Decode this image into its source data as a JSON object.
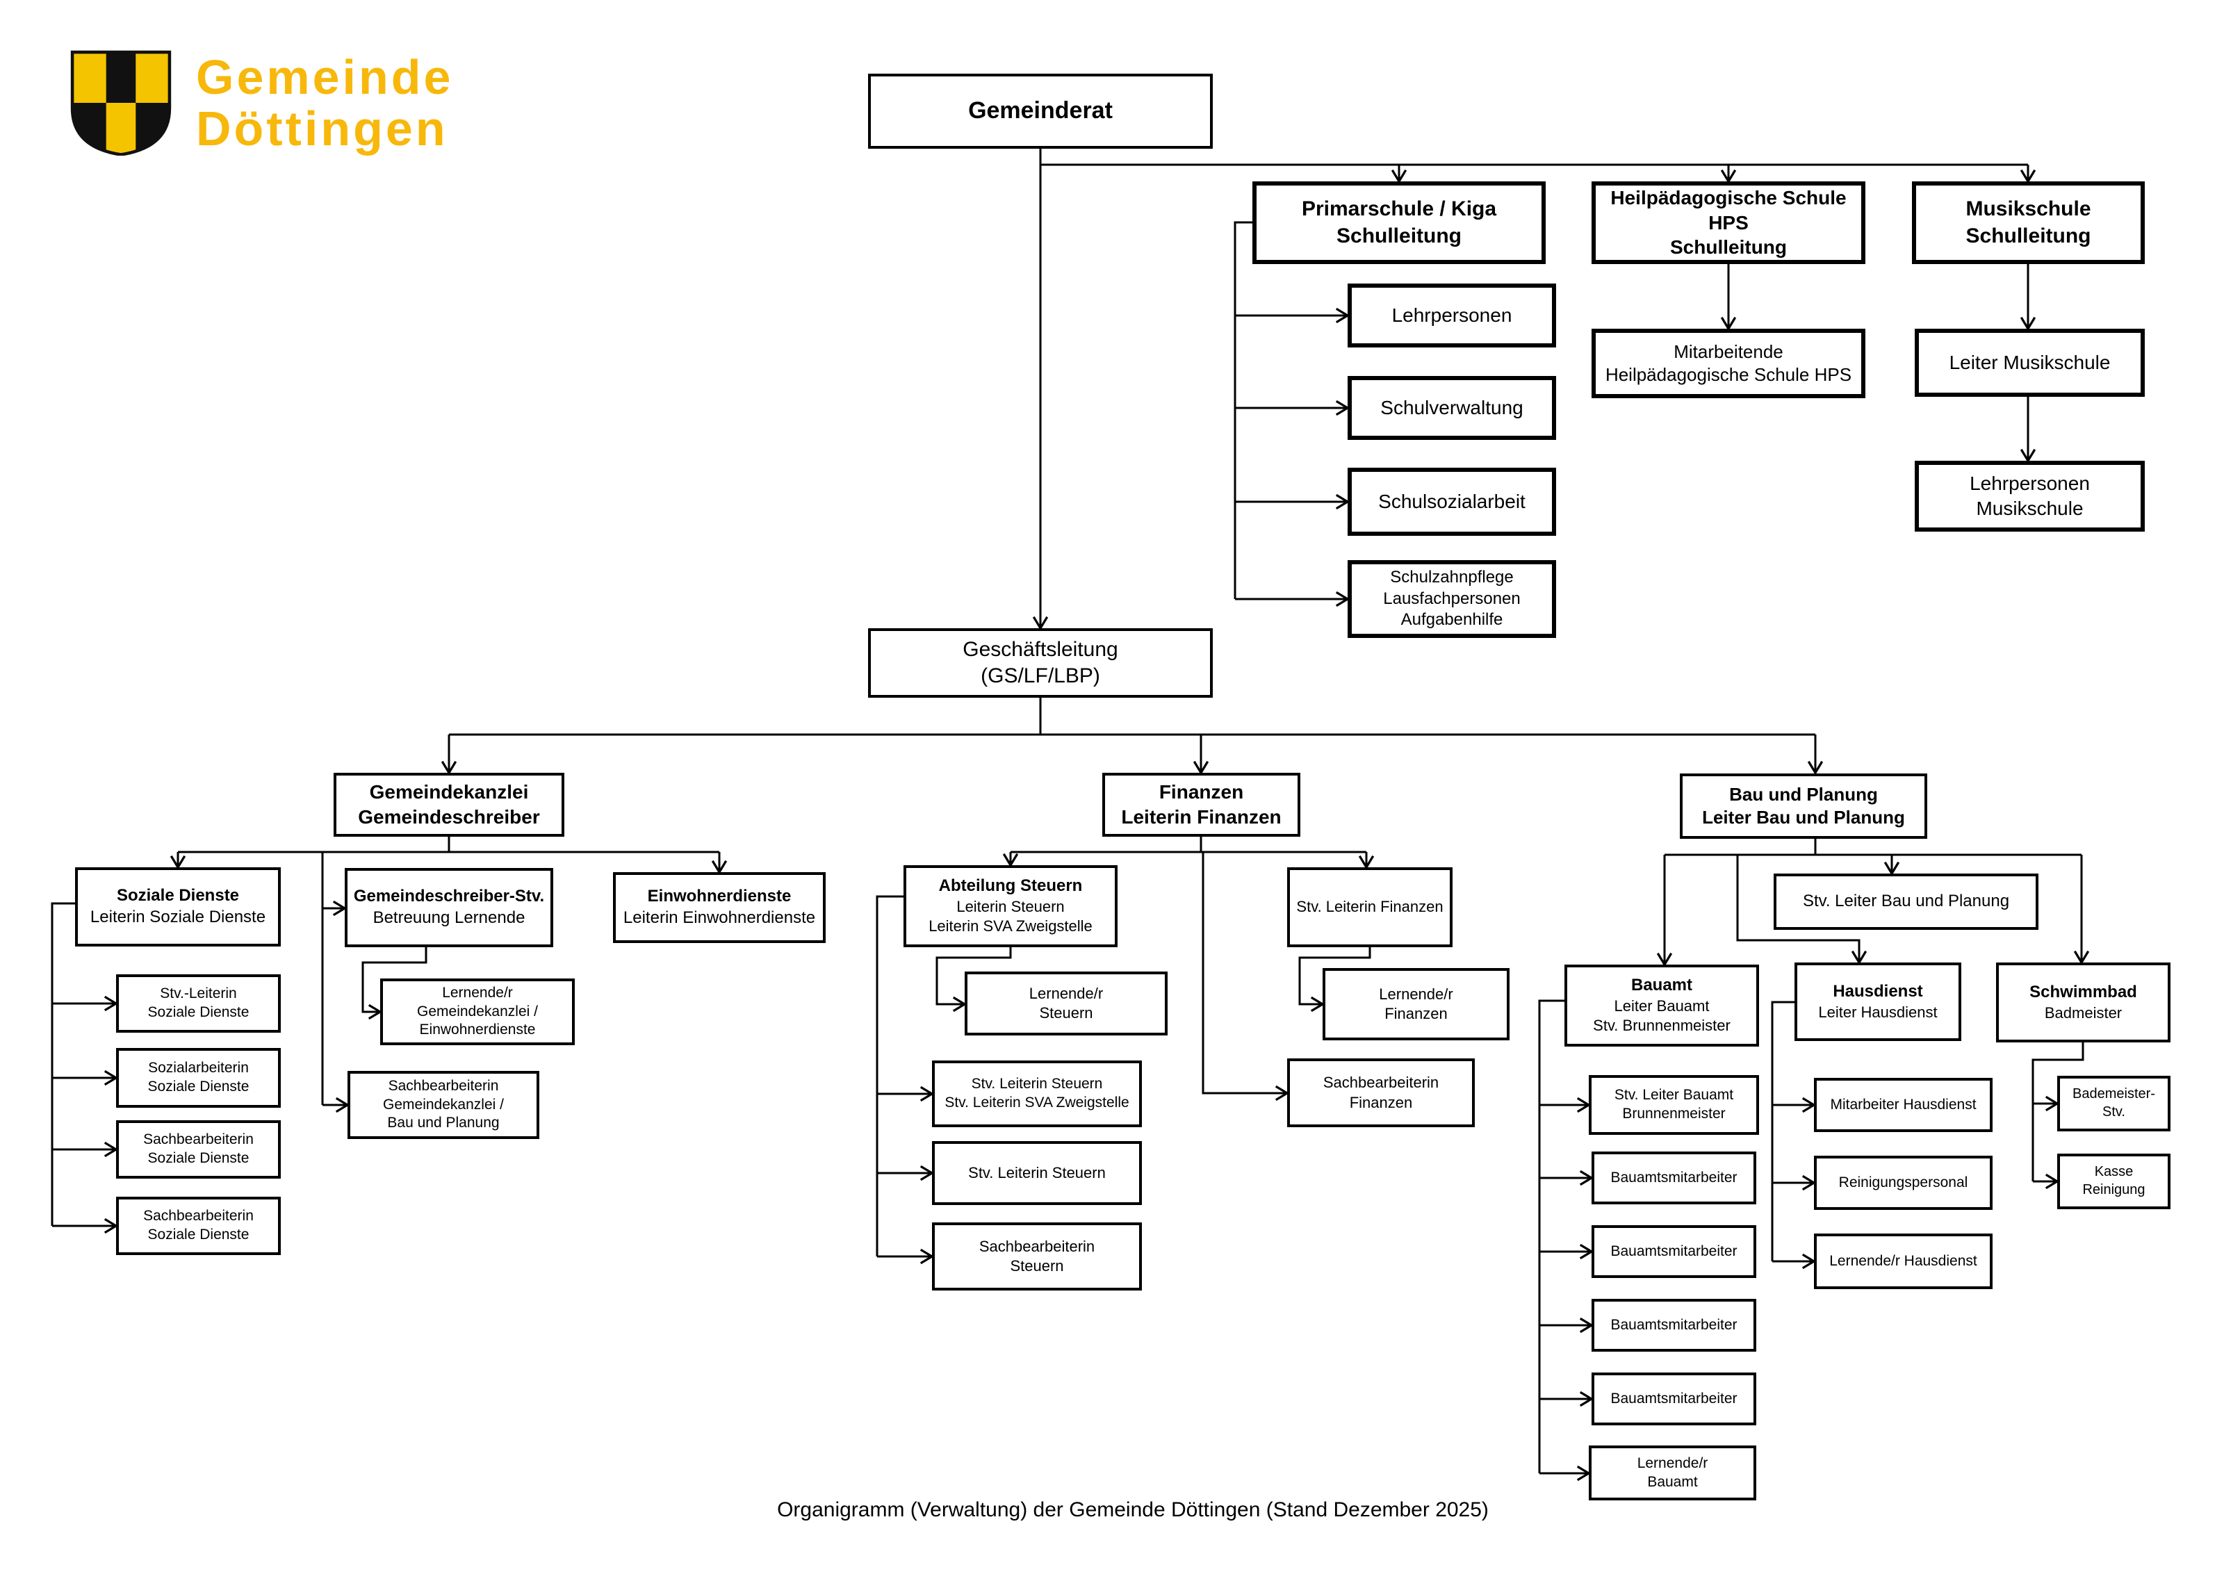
{
  "logo": {
    "line1": "Gemeinde",
    "line2": "Döttingen"
  },
  "footer": {
    "caption": "Organigramm (Verwaltung) der Gemeinde Döttingen (Stand Dezember 2025)"
  },
  "colors": {
    "brand_yellow": "#F7B80B",
    "shield_black": "#111111",
    "line": "#000000",
    "box_bg": "#ffffff"
  },
  "nodes": {
    "gemeinderat": {
      "l1": "Gemeinderat"
    },
    "primarschule": {
      "l1": "Primarschule / Kiga",
      "l2": "Schulleitung"
    },
    "lehrpersonen": {
      "l1": "Lehrpersonen"
    },
    "schulverwaltung": {
      "l1": "Schulverwaltung"
    },
    "schulsozialarbeit": {
      "l1": "Schulsozialarbeit"
    },
    "schulzahnpflege": {
      "l1": "Schulzahnpflege",
      "l2": "Lausfachpersonen",
      "l3": "Aufgabenhilfe"
    },
    "hps": {
      "l1": "Heilpädagogische Schule",
      "l2": "HPS",
      "l3": "Schulleitung"
    },
    "mitarbeitende_hps": {
      "l1": "Mitarbeitende",
      "l2": "Heilpädagogische Schule HPS"
    },
    "musikschule": {
      "l1": "Musikschule",
      "l2": "Schulleitung"
    },
    "leiter_musikschule": {
      "l1": "Leiter Musikschule"
    },
    "lehrpersonen_musikschule": {
      "l1": "Lehrpersonen",
      "l2": "Musikschule"
    },
    "geschaeftsleitung": {
      "l1": "Geschäftsleitung",
      "l2": "(GS/LF/LBP)"
    },
    "gemeindekanzlei": {
      "l1": "Gemeindekanzlei",
      "l2": "Gemeindeschreiber"
    },
    "soziale_dienste": {
      "l1": "Soziale Dienste",
      "l2": "Leiterin Soziale Dienste"
    },
    "stv_leiterin_sd": {
      "l1": "Stv.-Leiterin",
      "l2": "Soziale Dienste"
    },
    "sozialarbeiterin_sd": {
      "l1": "Sozialarbeiterin",
      "l2": "Soziale Dienste"
    },
    "sachbearbeiterin_sd1": {
      "l1": "Sachbearbeiterin",
      "l2": "Soziale Dienste"
    },
    "sachbearbeiterin_sd2": {
      "l1": "Sachbearbeiterin",
      "l2": "Soziale Dienste"
    },
    "gemeindeschreiber_stv": {
      "l1": "Gemeindeschreiber-Stv.",
      "l2": "Betreuung Lernende"
    },
    "lernende_gk": {
      "l1": "Lernende/r",
      "l2": "Gemeindekanzlei /",
      "l3": "Einwohnerdienste"
    },
    "sachbearbeiterin_gk": {
      "l1": "Sachbearbeiterin",
      "l2": "Gemeindekanzlei /",
      "l3": "Bau und Planung"
    },
    "einwohnerdienste": {
      "l1": "Einwohnerdienste",
      "l2": "Leiterin Einwohnerdienste"
    },
    "finanzen": {
      "l1": "Finanzen",
      "l2": "Leiterin Finanzen"
    },
    "abteilung_steuern": {
      "l1": "Abteilung Steuern",
      "l2": "Leiterin Steuern",
      "l3": "Leiterin SVA Zweigstelle"
    },
    "lernende_steuern": {
      "l1": "Lernende/r",
      "l2": "Steuern"
    },
    "stv_leiterin_steuern_sva": {
      "l1": "Stv. Leiterin Steuern",
      "l2": "Stv. Leiterin SVA Zweigstelle"
    },
    "stv_leiterin_steuern": {
      "l1": "Stv. Leiterin Steuern"
    },
    "sachbearbeiterin_steuern": {
      "l1": "Sachbearbeiterin",
      "l2": "Steuern"
    },
    "stv_leiterin_finanzen": {
      "l1": "Stv. Leiterin Finanzen"
    },
    "lernende_finanzen": {
      "l1": "Lernende/r",
      "l2": "Finanzen"
    },
    "sachbearbeiterin_finanzen": {
      "l1": "Sachbearbeiterin",
      "l2": "Finanzen"
    },
    "bau_planung": {
      "l1": "Bau und Planung",
      "l2": "Leiter Bau und Planung"
    },
    "stv_leiter_bp": {
      "l1": "Stv. Leiter Bau und Planung"
    },
    "bauamt": {
      "l1": "Bauamt",
      "l2": "Leiter Bauamt",
      "l3": "Stv. Brunnenmeister"
    },
    "stv_leiter_bauamt": {
      "l1": "Stv. Leiter Bauamt",
      "l2": "Brunnenmeister"
    },
    "bauamtsmitarbeiter1": {
      "l1": "Bauamtsmitarbeiter"
    },
    "bauamtsmitarbeiter2": {
      "l1": "Bauamtsmitarbeiter"
    },
    "bauamtsmitarbeiter3": {
      "l1": "Bauamtsmitarbeiter"
    },
    "bauamtsmitarbeiter4": {
      "l1": "Bauamtsmitarbeiter"
    },
    "lernende_bauamt": {
      "l1": "Lernende/r",
      "l2": "Bauamt"
    },
    "hausdienst": {
      "l1": "Hausdienst",
      "l2": "Leiter Hausdienst"
    },
    "mitarbeiter_hd": {
      "l1": "Mitarbeiter Hausdienst"
    },
    "reinigungspersonal": {
      "l1": "Reinigungspersonal"
    },
    "lernende_hd": {
      "l1": "Lernende/r Hausdienst"
    },
    "schwimmbad": {
      "l1": "Schwimmbad",
      "l2": "Badmeister"
    },
    "bademeister_stv": {
      "l1": "Bademeister-",
      "l2": "Stv."
    },
    "kasse_reinigung": {
      "l1": "Kasse",
      "l2": "Reinigung"
    }
  }
}
